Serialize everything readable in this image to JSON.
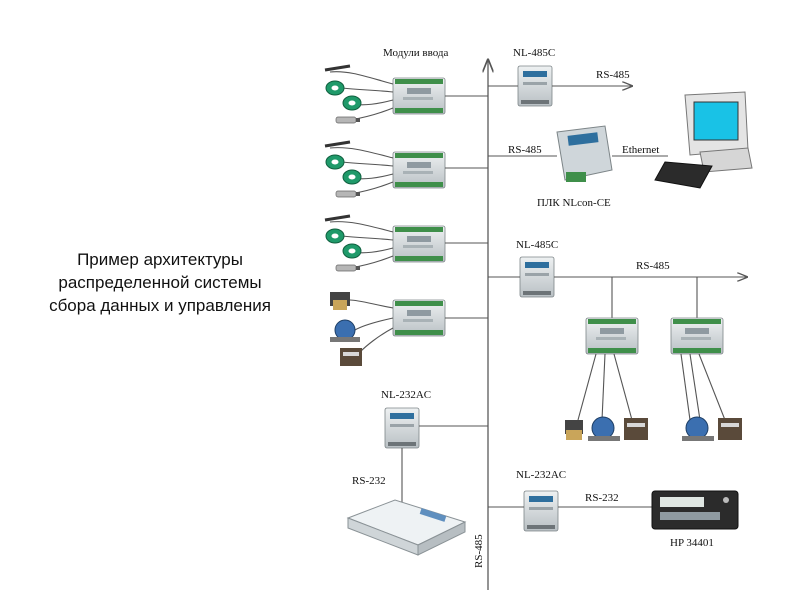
{
  "caption": {
    "line1": "Пример архитектуры",
    "line2": "распределенной системы",
    "line3": "сбора данных и управления"
  },
  "labels": {
    "input_modules": "Модули ввода",
    "nl485c_top": "NL-485C",
    "rs485_top": "RS-485",
    "rs485_plc": "RS-485",
    "ethernet": "Ethernet",
    "plc": "ПЛК NLcon-CE",
    "nl485c_mid": "NL-485C",
    "rs485_mid": "RS-485",
    "nl232ac_left": "NL-232AC",
    "rs232_left": "RS-232",
    "nl232ac_bottom": "NL-232AC",
    "rs232_bottom": "RS-232",
    "hp": "HP 34401",
    "rs485_vertical": "RS-485"
  },
  "colors": {
    "module_body": "#d9dee0",
    "module_terminal": "#3f8f4a",
    "sensor_green": "#1f9a6a",
    "monitor_screen": "#19c2e6"
  }
}
